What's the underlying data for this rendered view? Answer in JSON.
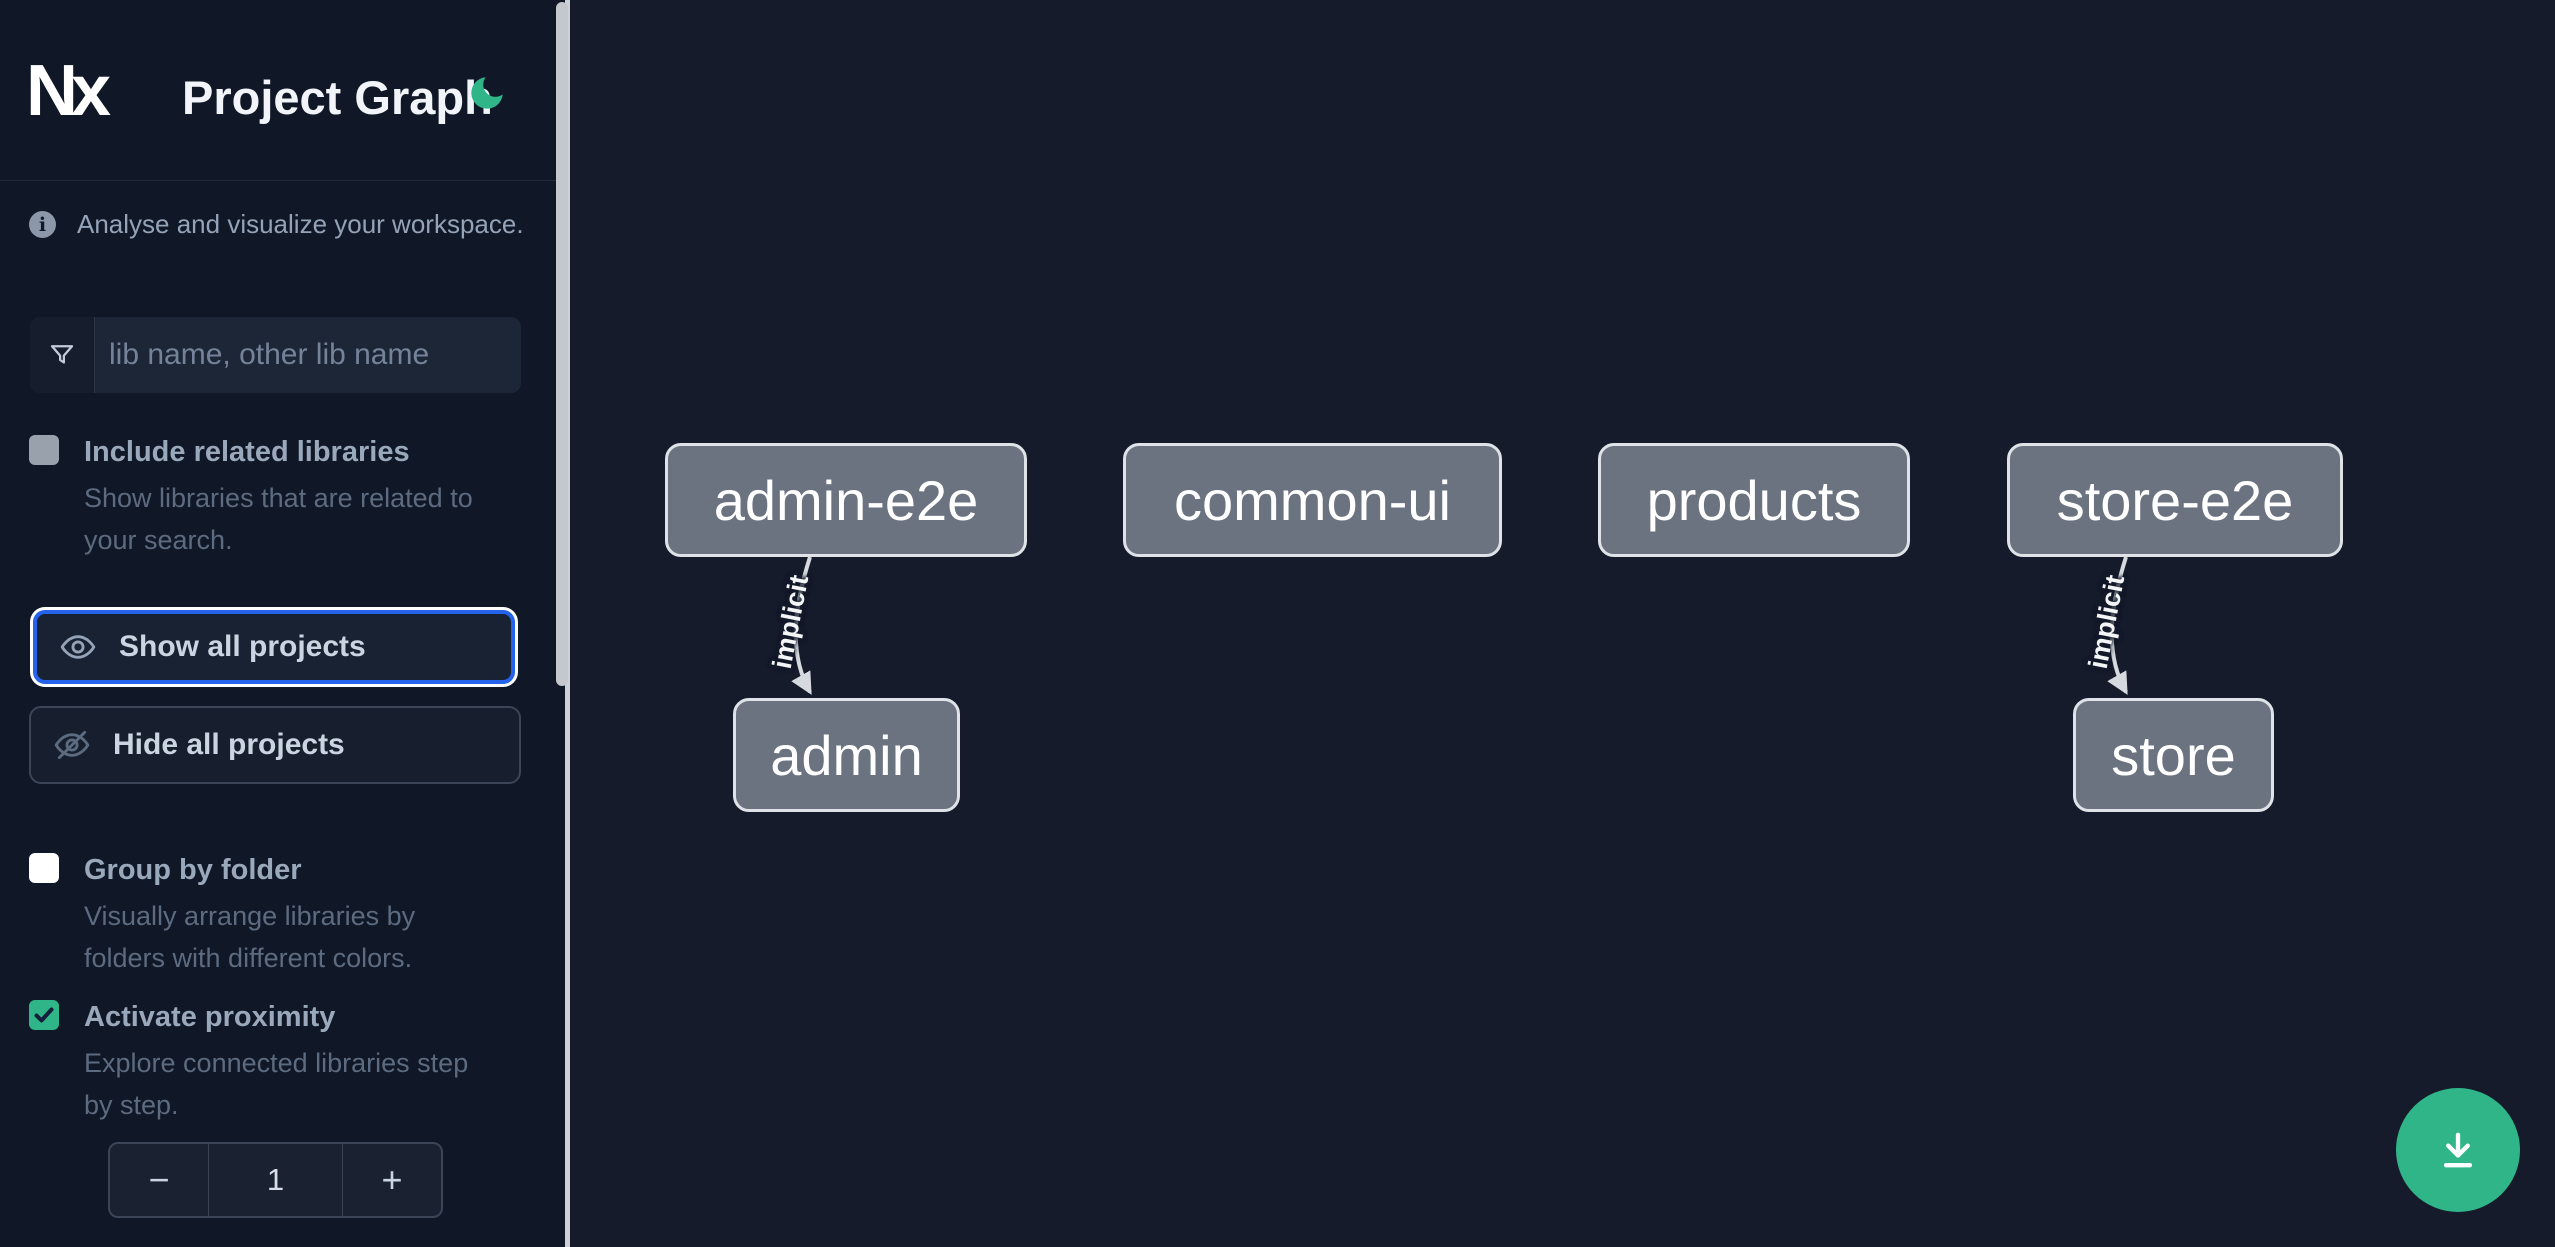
{
  "header": {
    "logo_text": "Nx",
    "title": "Project Graph"
  },
  "sidebar": {
    "info_text": "Analyse and visualize your workspace.",
    "search": {
      "placeholder": "lib name, other lib name"
    },
    "include_related": {
      "label": "Include related libraries",
      "description": "Show libraries that are related to\nyour search.",
      "checked": false
    },
    "show_all": {
      "label": "Show all projects"
    },
    "hide_all": {
      "label": "Hide all projects"
    },
    "group_by_folder": {
      "label": "Group by folder",
      "description": "Visually arrange libraries by\nfolders with different colors.",
      "checked": false
    },
    "activate_proximity": {
      "label": "Activate proximity",
      "description": "Explore connected libraries step\nby step.",
      "checked": true
    },
    "proximity_stepper": {
      "decrement": "−",
      "value": "1",
      "increment": "+"
    }
  },
  "graph": {
    "nodes": [
      {
        "label": "admin-e2e"
      },
      {
        "label": "common-ui"
      },
      {
        "label": "products"
      },
      {
        "label": "store-e2e"
      },
      {
        "label": "admin"
      },
      {
        "label": "store"
      }
    ],
    "edges": [
      {
        "source": "admin-e2e",
        "target": "admin",
        "label": "implicit"
      },
      {
        "source": "store-e2e",
        "target": "store",
        "label": "implicit"
      }
    ]
  },
  "colors": {
    "accent_green": "#2fb588",
    "focus_blue": "#2563eb",
    "node_fill": "#6b7280",
    "node_border": "#dfe3e8",
    "edge_gray": "#d6dade",
    "sidebar_bg": "#101726",
    "canvas_bg": "#151b2b"
  }
}
